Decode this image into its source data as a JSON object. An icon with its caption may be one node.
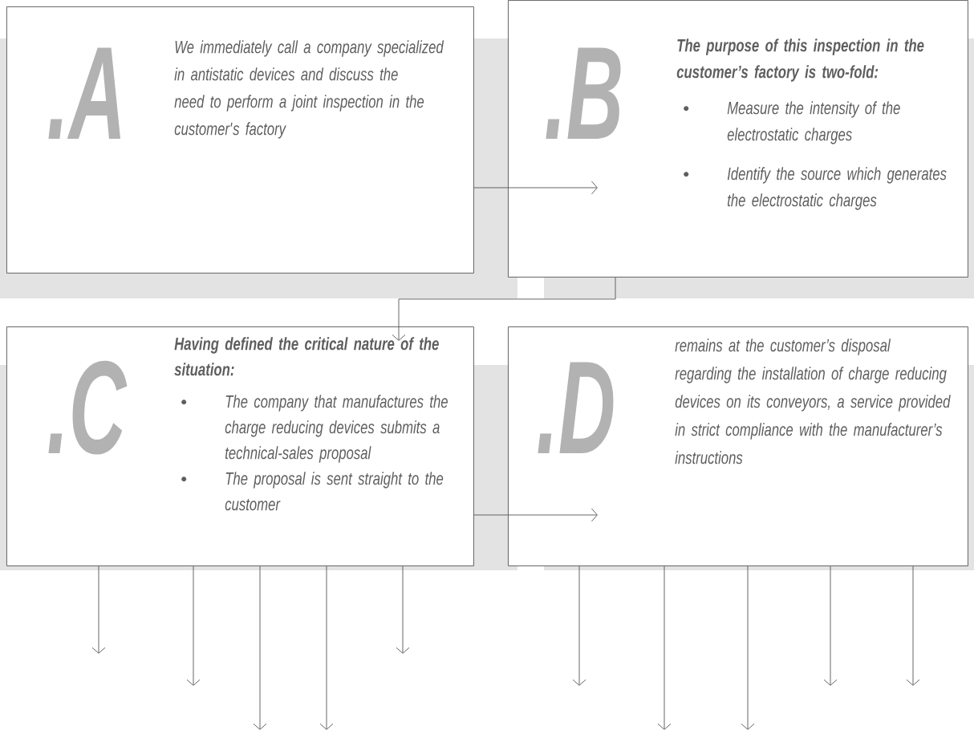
{
  "diagram": {
    "nodes": [
      {
        "text": [
          ".A",
          "We immediately call a company specialized in antistatic devices and discuss the need to perform a joint inspection in the customer's factory"
        ]
      },
      {
        "text": [
          ".B",
          "The purpose of this inspection in the customer’s factory is two-fold:",
          "Measure the intensity of the electrostatic charges",
          "Identify the source which generates the electrostatic charges"
        ]
      },
      {
        "text": [
          ".C",
          "Having defined the critical nature of the situation:",
          "The company that manufactures the charge reducing devices submits a technical-sales proposal",
          "The proposal is sent straight to the customer"
        ]
      },
      {
        "text": [
          ".D",
          "remains at the customer’s disposal regarding the installation of charge reducing devices on its conveyors, a service provided in strict compliance with the manufacturer’s instructions"
        ]
      }
    ],
    "edges": [
      {
        "from": 0,
        "to": 1,
        "arrow": "to"
      },
      {
        "from": 1,
        "to": 2,
        "arrow": "to"
      },
      {
        "from": 2,
        "to": 3,
        "arrow": "to"
      },
      {
        "from": 2,
        "to": null,
        "arrow": "to"
      },
      {
        "from": 2,
        "to": null,
        "arrow": "to"
      },
      {
        "from": 2,
        "to": null,
        "arrow": "to"
      },
      {
        "from": 2,
        "to": null,
        "arrow": "to"
      },
      {
        "from": 2,
        "to": null,
        "arrow": "to"
      },
      {
        "from": 3,
        "to": null,
        "arrow": "to"
      },
      {
        "from": 3,
        "to": null,
        "arrow": "to"
      },
      {
        "from": 3,
        "to": null,
        "arrow": "to"
      },
      {
        "from": 3,
        "to": null,
        "arrow": "to"
      },
      {
        "from": 3,
        "to": null,
        "arrow": "to"
      }
    ]
  }
}
